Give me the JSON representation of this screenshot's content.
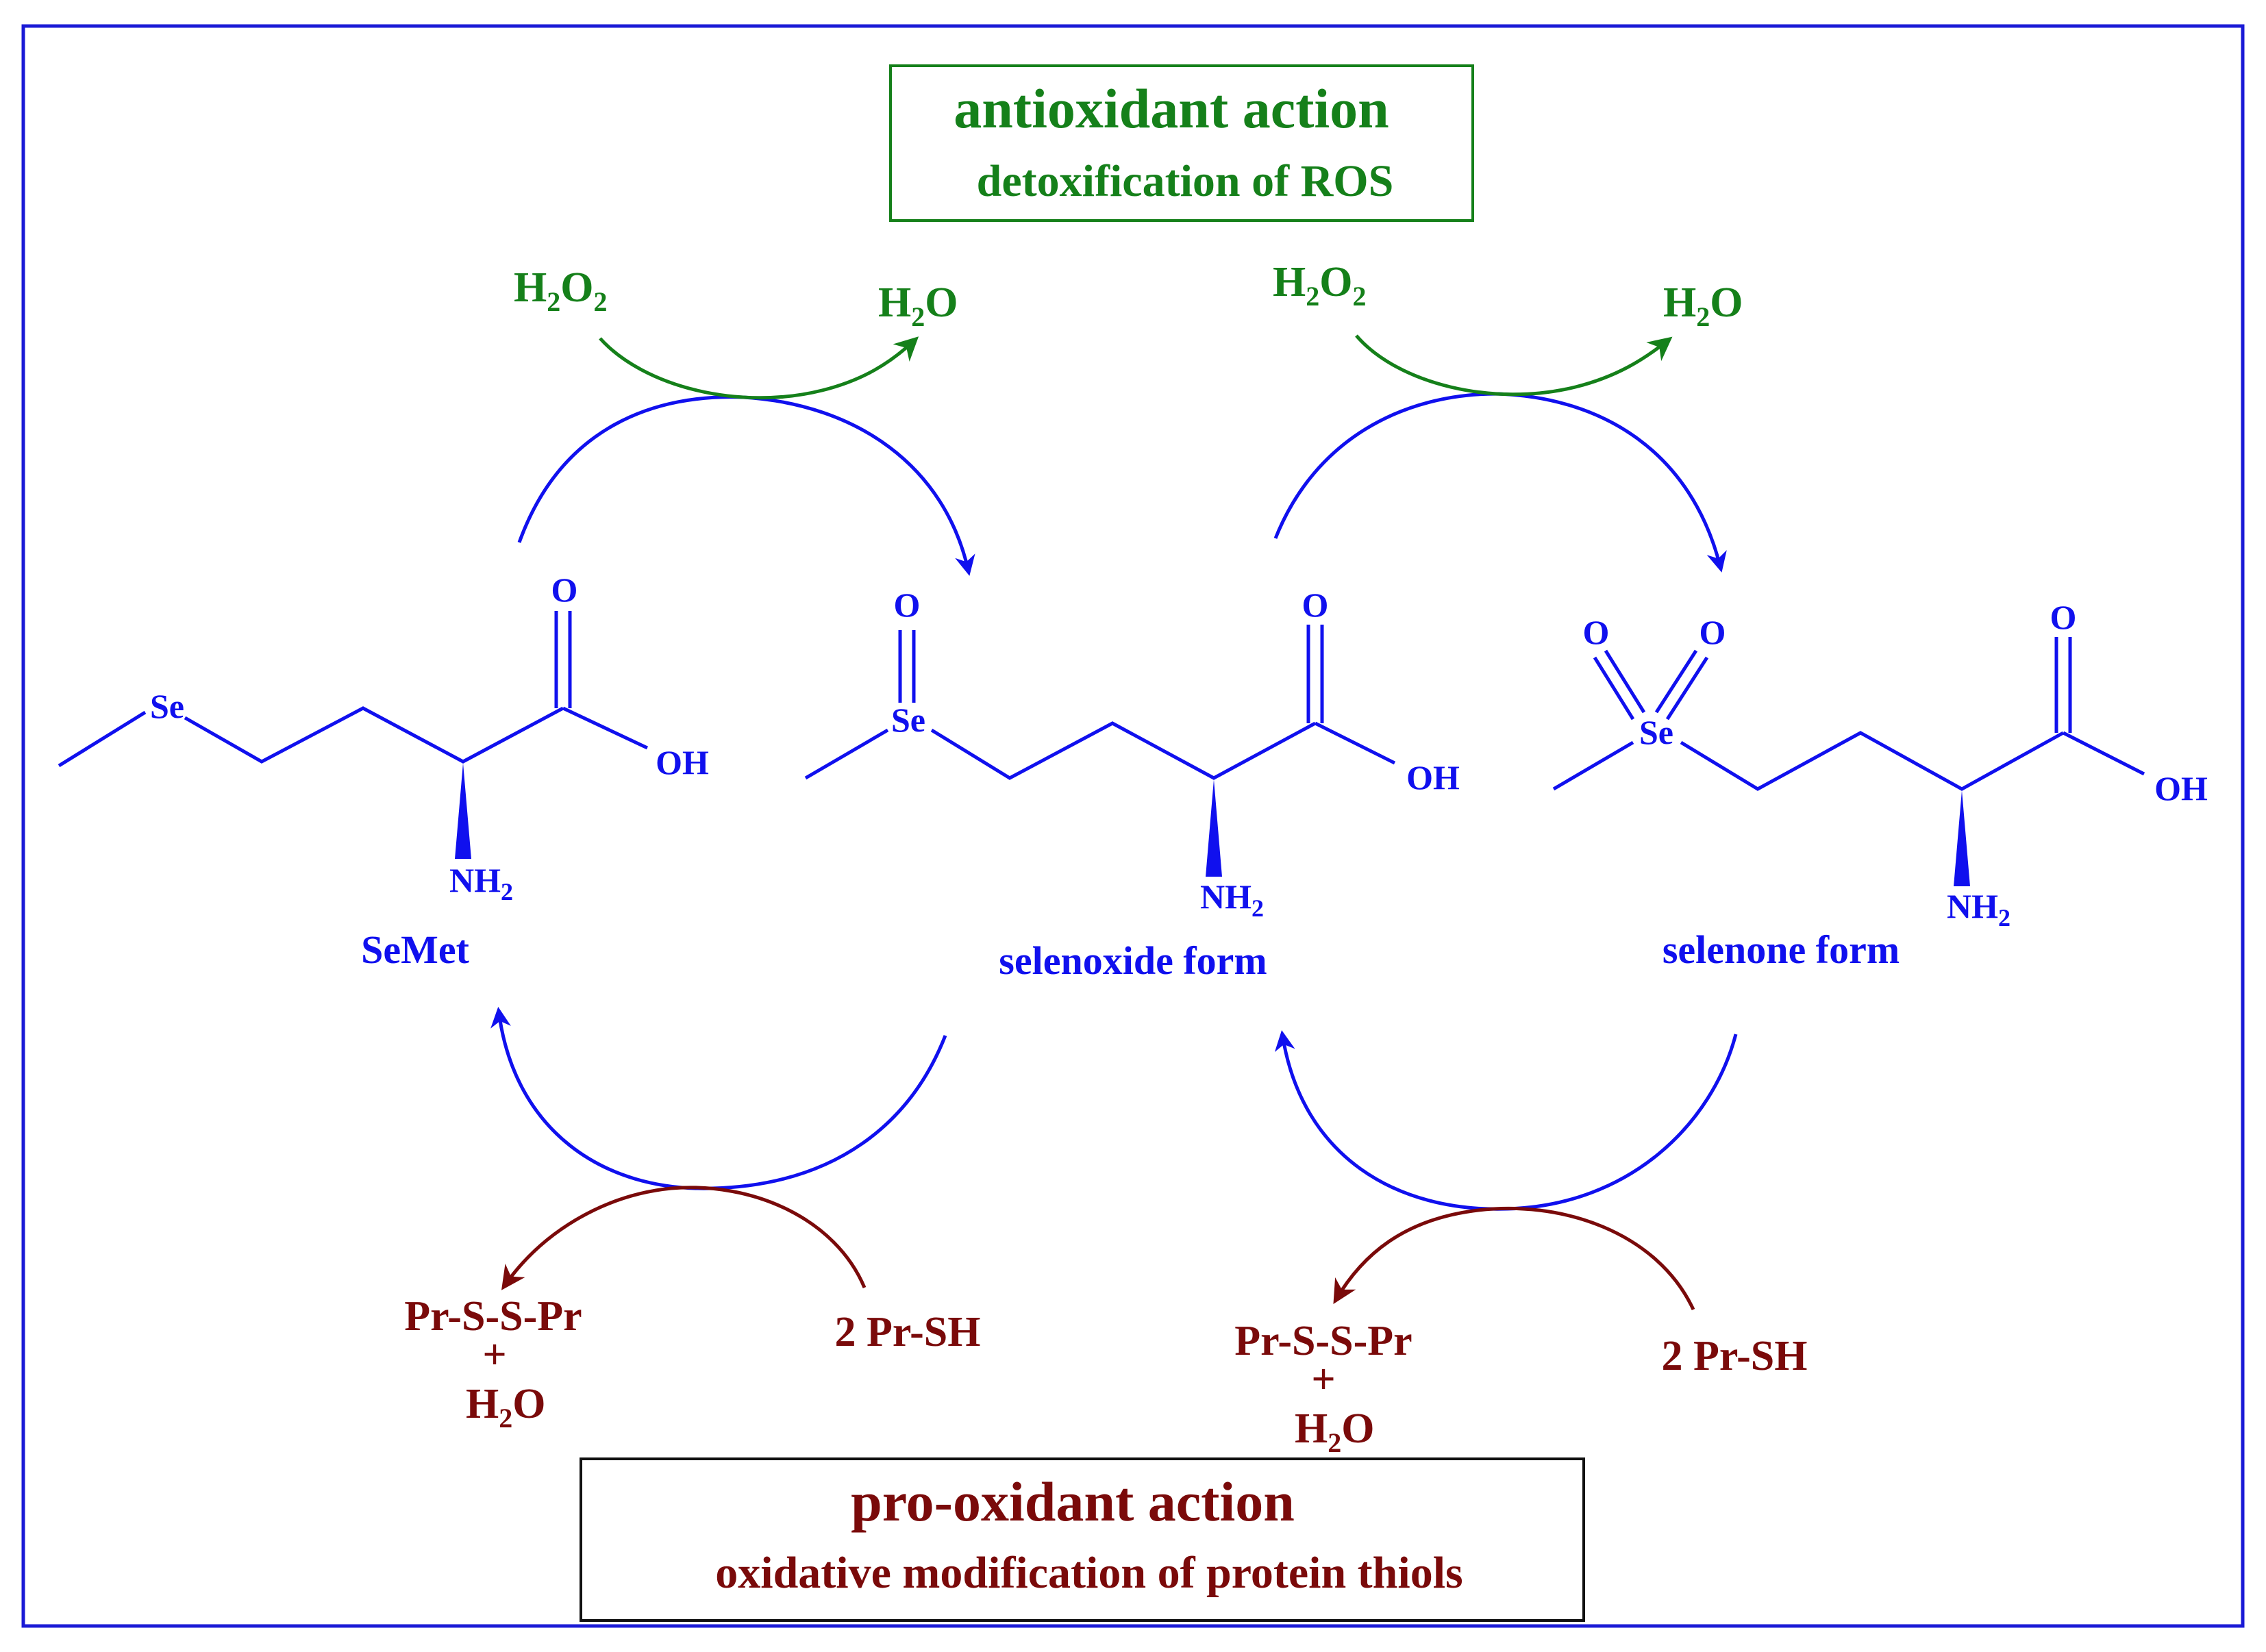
{
  "colors": {
    "frame": "#1a1ad6",
    "molecule": "#1010ee",
    "antioxidant": "#15801a",
    "prooxidant": "#7a0a0a",
    "box_black": "#111111"
  },
  "antioxidant_box": {
    "line1": "antioxidant action",
    "line2": "detoxification of ROS"
  },
  "prooxidant_box": {
    "line1": "pro-oxidant action",
    "line2": "oxidative modification of protein thiols"
  },
  "oxidation_steps": [
    {
      "reactant_main": "H",
      "reactant_sub1": "2",
      "reactant_mid": "O",
      "reactant_sub2": "2",
      "product_main": "H",
      "product_sub": "2",
      "product_tail": "O"
    },
    {
      "reactant_main": "H",
      "reactant_sub1": "2",
      "reactant_mid": "O",
      "reactant_sub2": "2",
      "product_main": "H",
      "product_sub": "2",
      "product_tail": "O"
    }
  ],
  "reduction_steps": [
    {
      "reagent": "2 Pr-SH",
      "product_line1": "Pr-S-S-Pr",
      "product_plus": "+",
      "product_h": "H",
      "product_sub": "2",
      "product_o": "O"
    },
    {
      "reagent": "2 Pr-SH",
      "product_line1": "Pr-S-S-Pr",
      "product_plus": "+",
      "product_h": "H",
      "product_sub": "2",
      "product_o": "O"
    }
  ],
  "molecules": [
    {
      "name": "SeMet",
      "se": "Se",
      "oxo": [],
      "o_top": "O",
      "oh": "OH",
      "nh": "NH",
      "nh_sub": "2"
    },
    {
      "name": "selenoxide form",
      "se": "Se",
      "oxo": [
        "O"
      ],
      "o_top": "O",
      "oh": "OH",
      "nh": "NH",
      "nh_sub": "2"
    },
    {
      "name": "selenone form",
      "se": "Se",
      "oxo": [
        "O",
        "O"
      ],
      "o_top": "O",
      "oh": "OH",
      "nh": "NH",
      "nh_sub": "2"
    }
  ]
}
